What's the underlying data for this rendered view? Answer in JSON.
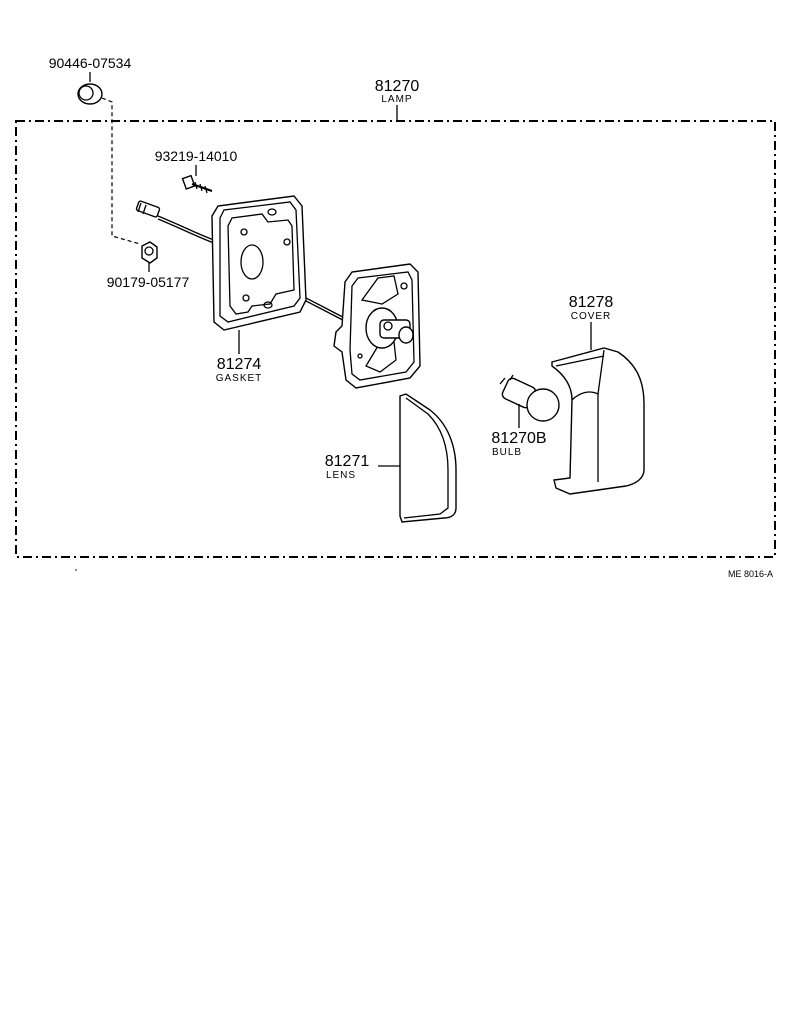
{
  "assembly": {
    "part_number": "81270",
    "name": "LAMP"
  },
  "parts": [
    {
      "id": "clip",
      "part_number": "90446-07534",
      "name": ""
    },
    {
      "id": "screw",
      "part_number": "93219-14010",
      "name": ""
    },
    {
      "id": "nut",
      "part_number": "90179-05177",
      "name": ""
    },
    {
      "id": "gasket",
      "part_number": "81274",
      "name": "GASKET"
    },
    {
      "id": "lens",
      "part_number": "81271",
      "name": "LENS"
    },
    {
      "id": "bulb",
      "part_number": "81270B",
      "name": "BULB"
    },
    {
      "id": "cover",
      "part_number": "81278",
      "name": "COVER"
    }
  ],
  "reference_code": "ME 8016-A"
}
